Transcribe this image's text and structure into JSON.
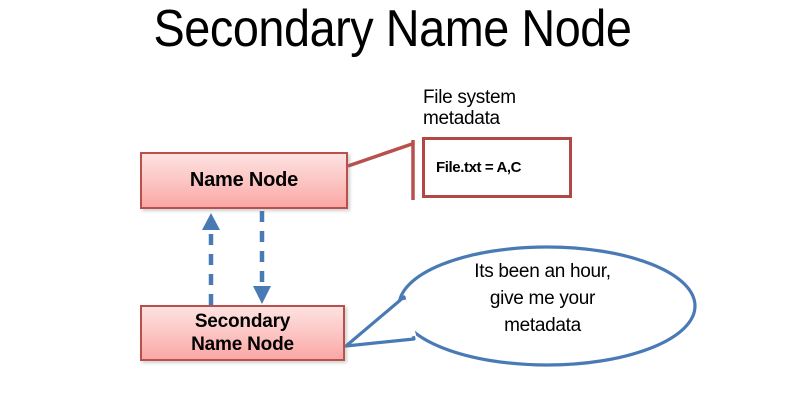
{
  "page": {
    "title": "Secondary Name Node",
    "background_color": "#ffffff"
  },
  "nodes": {
    "name_node": {
      "label": "Name Node",
      "fill_top": "#fde2e1",
      "fill_bottom": "#faa8a5",
      "border_color": "#b8504c"
    },
    "secondary_name_node": {
      "label_line1": "Secondary",
      "label_line2": "Name Node",
      "fill_top": "#fde2e1",
      "fill_bottom": "#faa8a5",
      "border_color": "#b8504c"
    }
  },
  "metadata": {
    "label_line1": "File system",
    "label_line2": "metadata",
    "value": "File.txt = A,C",
    "box_border_color": "#b24743",
    "box_fill": "#ffffff",
    "connector_color": "#b8504c"
  },
  "speech_bubble": {
    "line1": "Its been an hour,",
    "line2": "give me your",
    "line3": "metadata",
    "stroke_color": "#4a7ab5",
    "fill": "#ffffff"
  },
  "arrows": {
    "color": "#4a7ab5",
    "style": "dashed",
    "up_arrow_name": "sync-up-arrow",
    "down_arrow_name": "sync-down-arrow"
  }
}
